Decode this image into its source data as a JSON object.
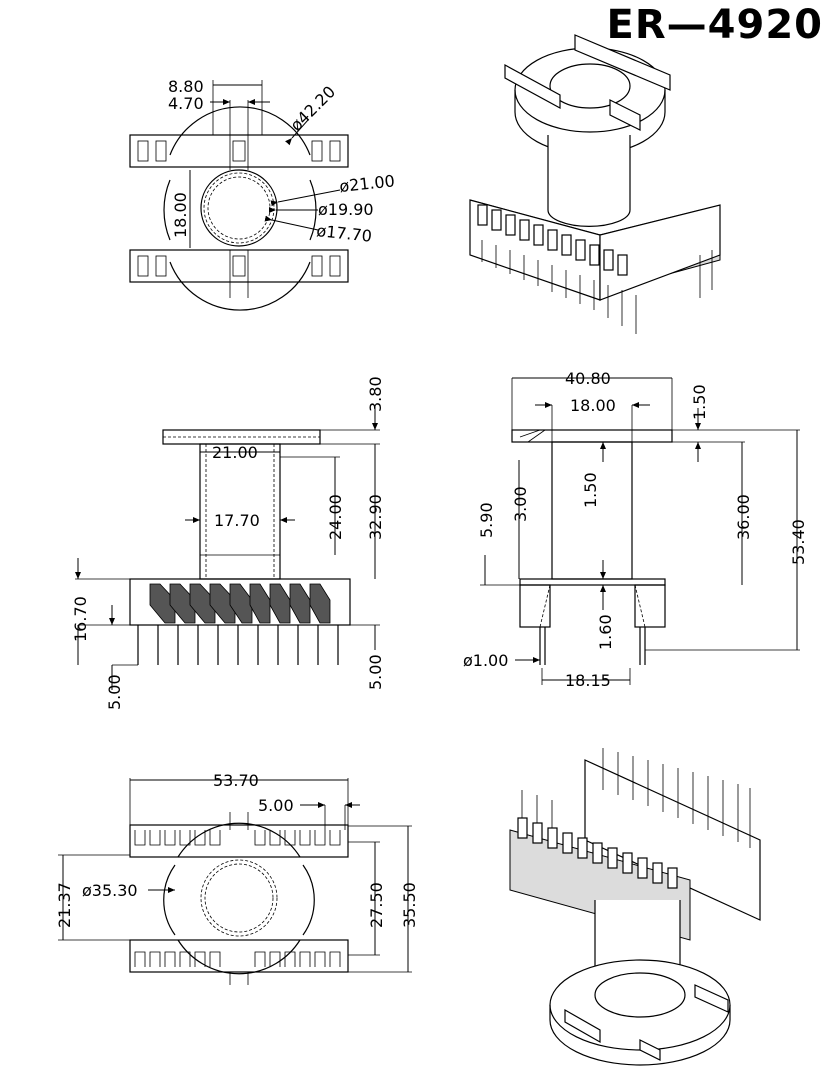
{
  "title": "ER—4920",
  "top_view": {
    "d_8_80": "8.80",
    "d_4_70": "4.70",
    "d_42_20": "ø42.20",
    "d_21_00": "ø21.00",
    "d_19_90": "ø19.90",
    "d_17_70": "ø17.70",
    "d_18_00": "18.00"
  },
  "front_view": {
    "d_3_80": "3.80",
    "d_21_00": "21.00",
    "d_24_00": "24.00",
    "d_32_90": "32.90",
    "d_17_70": "17.70",
    "d_16_70": "16.70",
    "d_5_00_left": "5.00",
    "d_5_00_right": "5.00"
  },
  "side_view": {
    "d_40_80": "40.80",
    "d_18_00": "18.00",
    "d_1_50_top": "1.50",
    "d_1_50_mid": "1.50",
    "d_3_00": "3.00",
    "d_5_90": "5.90",
    "d_36_00": "36.00",
    "d_53_40": "53.40",
    "d_1_60": "1.60",
    "d_1_00": "ø1.00",
    "d_18_15": "18.15"
  },
  "bottom_view": {
    "d_53_70": "53.70",
    "d_5_00": "5.00",
    "d_35_30": "ø35.30",
    "d_21_37": "21.37",
    "d_27_50": "27.50",
    "d_35_50": "35.50"
  }
}
